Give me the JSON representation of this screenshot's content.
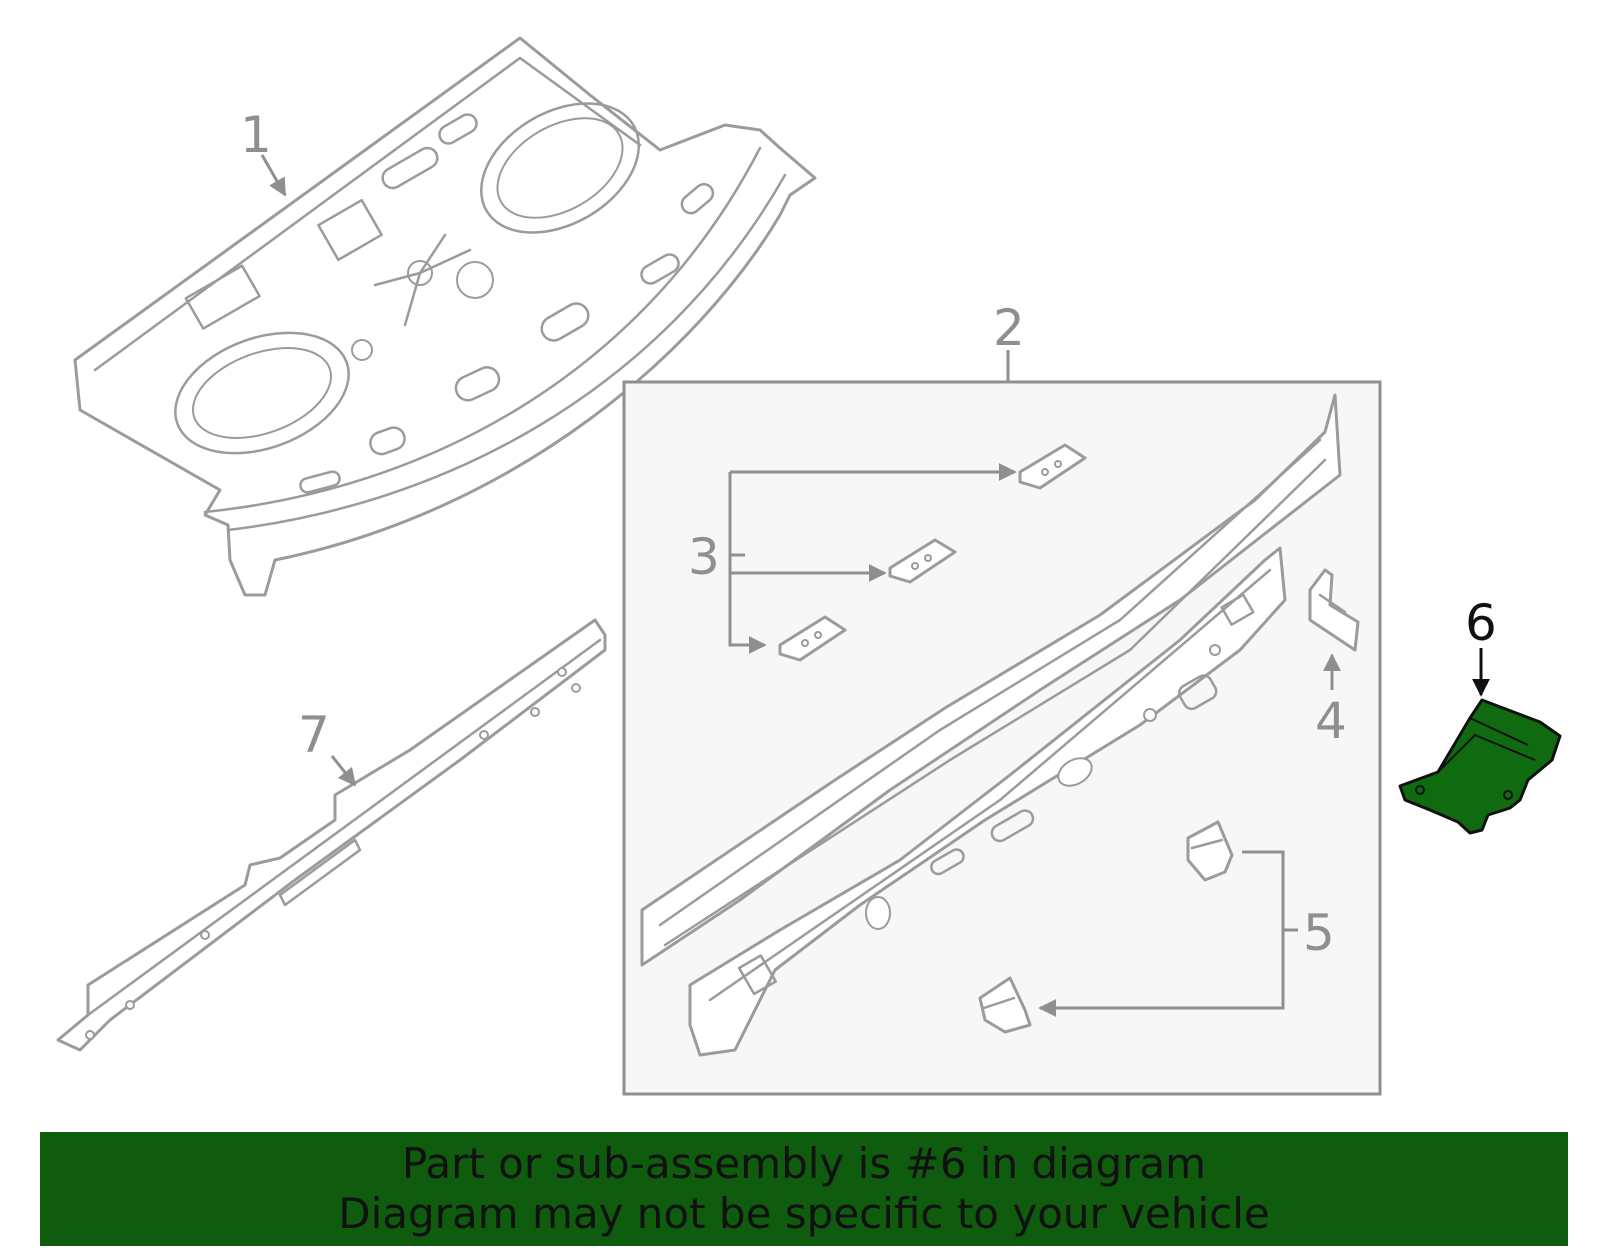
{
  "callouts": {
    "c1": "1",
    "c2": "2",
    "c3": "3",
    "c4": "4",
    "c5": "5",
    "c6": "6",
    "c7": "7"
  },
  "selected_part": "6",
  "colors": {
    "outline": "#9b9b9b",
    "highlight_fill": "#106b10",
    "banner_bg": "#0f5c0f",
    "box_bg": "#f7f7f7"
  },
  "banner": {
    "line1": "Part or sub-assembly is #6 in diagram",
    "line2": "Diagram may not be specific to your vehicle"
  }
}
